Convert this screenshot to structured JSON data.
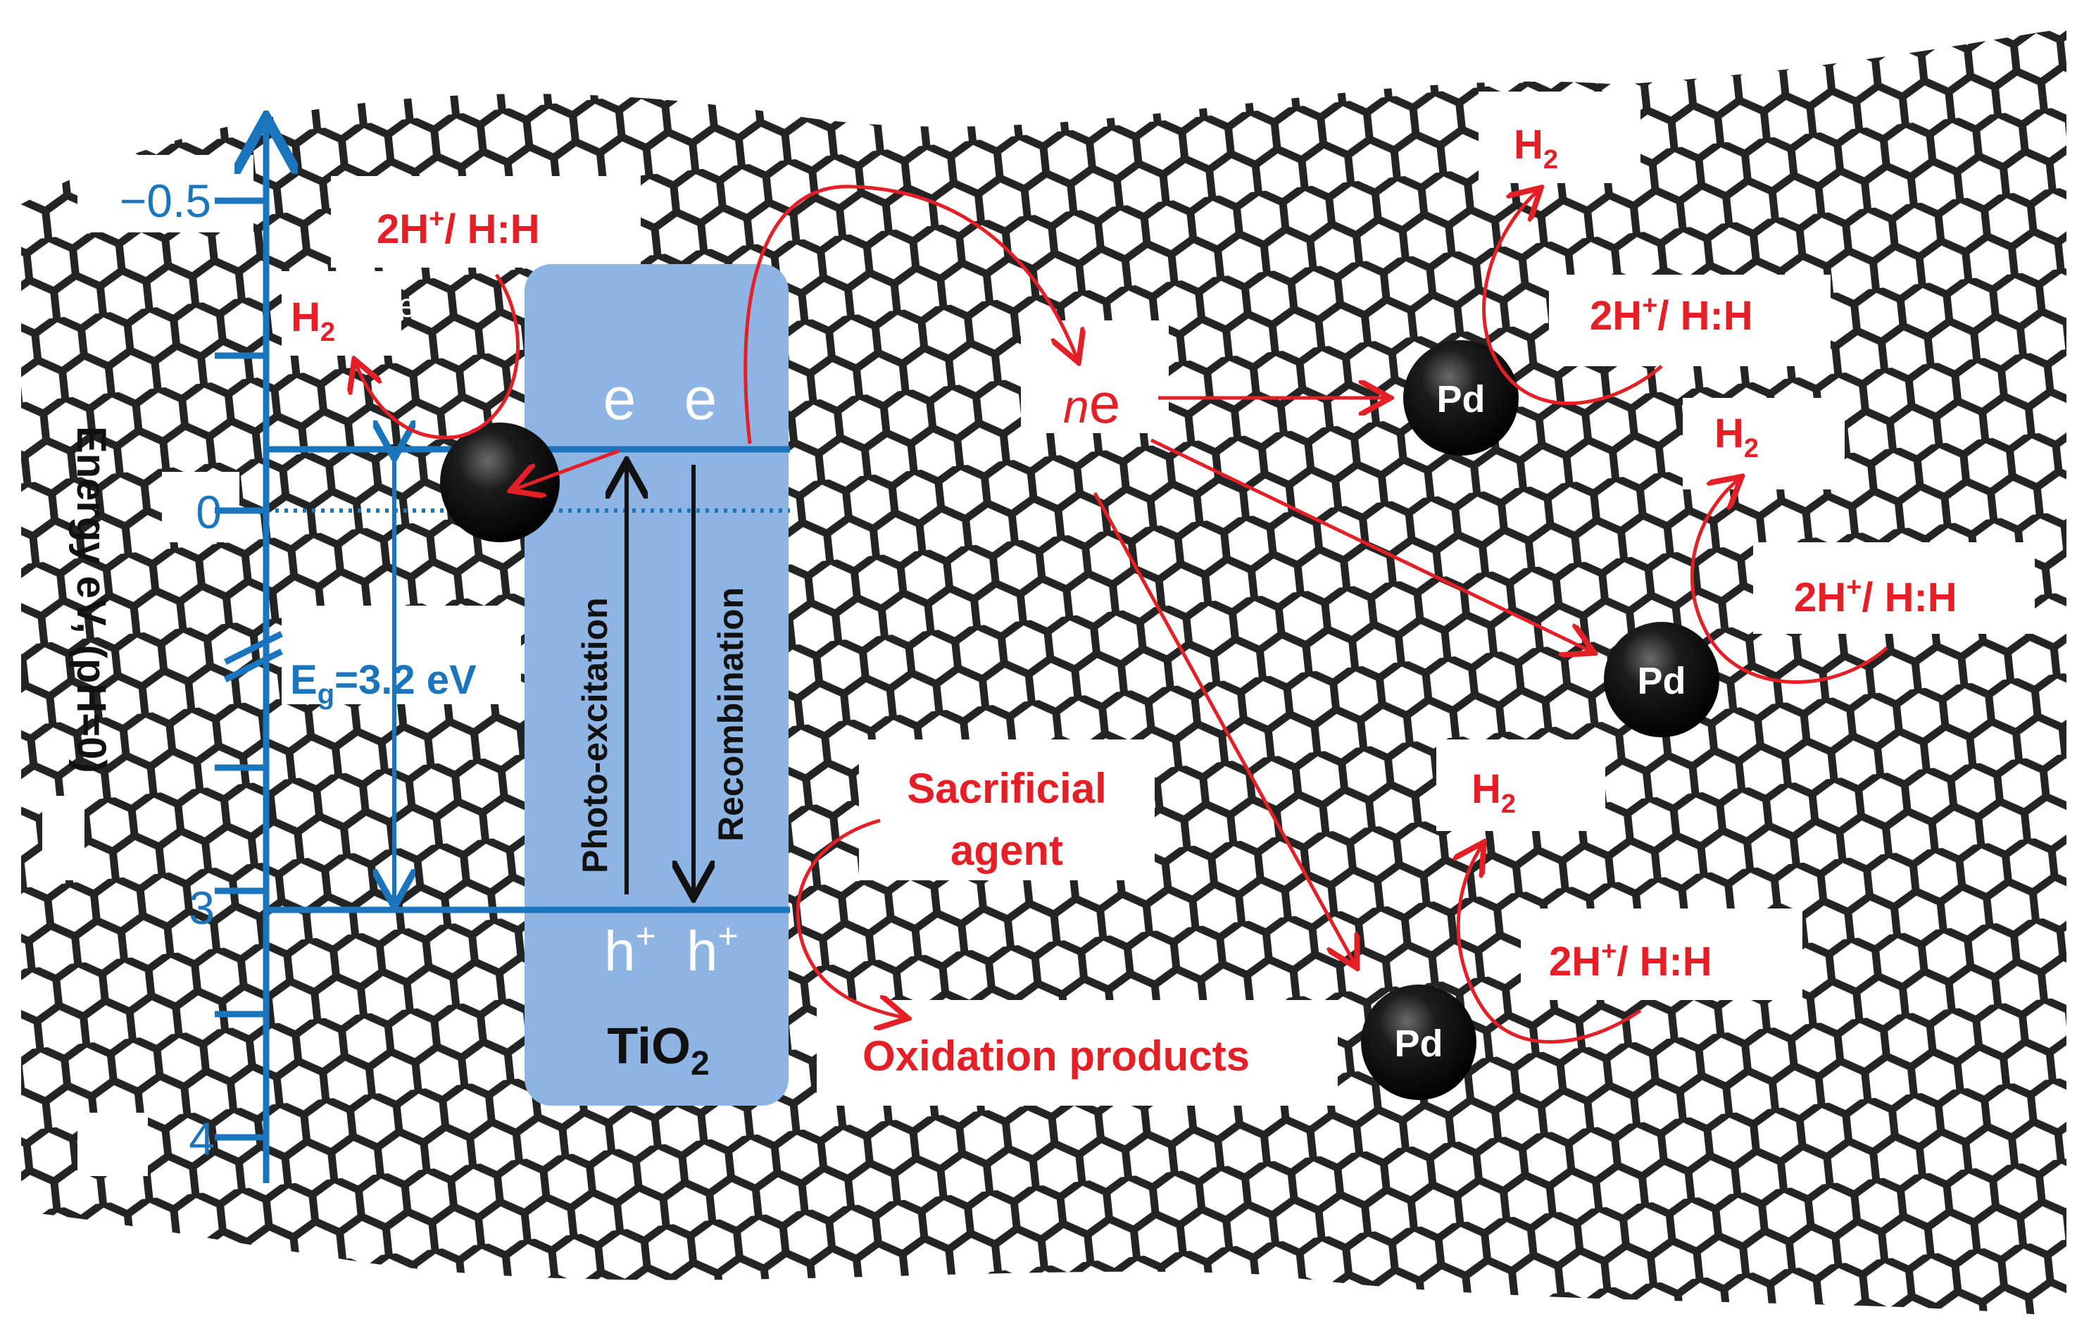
{
  "axis": {
    "title": "Energy eV, (pH=0)",
    "ticks": [
      "−0.5",
      "0",
      "3",
      "4"
    ],
    "bandgap_label": "E",
    "bandgap_sub": "g",
    "bandgap_value": "=3.2 eV"
  },
  "tio2": {
    "label": "TiO",
    "label_sub": "2",
    "electrons": [
      "e",
      "e"
    ],
    "holes": [
      "h",
      "h"
    ],
    "hole_sup": "+",
    "photo_excitation": "Photo-excitation",
    "recombination": "Recombination"
  },
  "electron_transfer": {
    "prefix": "n",
    "symbol": "e"
  },
  "reactions": {
    "h2": "H",
    "h2_sub": "2",
    "hh_pre": "2H",
    "hh_sup": "+",
    "hh_post": "/ H:H",
    "small_e": "e"
  },
  "sacrificial_agent": [
    "Sacrificial",
    "agent"
  ],
  "oxidation_products": "Oxidation products",
  "particles": {
    "pd_label": "Pd"
  },
  "colors": {
    "reaction": "#e41f26",
    "energy_axis": "#1b75bc",
    "tio2_fill": "#8eb4e3",
    "graphene": "#111111"
  }
}
